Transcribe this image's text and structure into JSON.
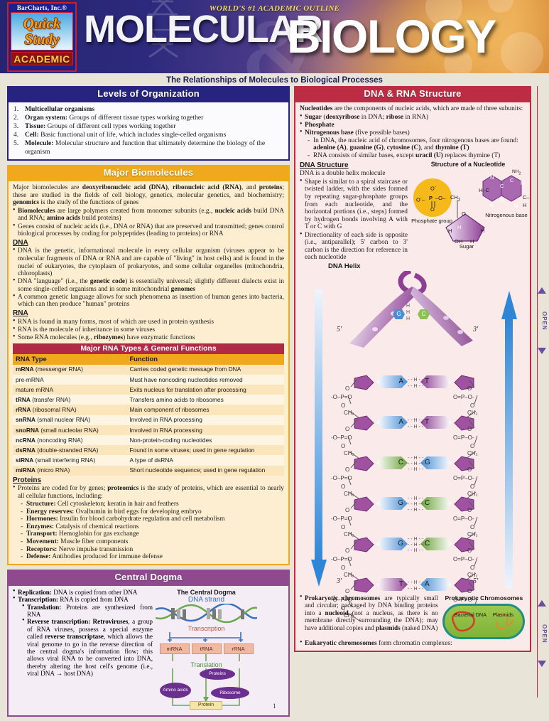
{
  "header": {
    "publisher": "BarCharts, Inc.®",
    "logo_line1": "Quick",
    "logo_line2": "Study",
    "logo_academic": "ACADEMIC",
    "tagline": "WORLD'S #1 ACADEMIC OUTLINE",
    "title_part1": "MOLECULAR",
    "title_part2": "BIOLOGY",
    "subtitle": "The Relationships of Molecules to Biological Processes"
  },
  "colors": {
    "navy": "#262480",
    "gold": "#f0a81e",
    "mauve": "#8e4a8d",
    "crimson": "#bc2d44",
    "table_header_bar": "#b02a46"
  },
  "levels": {
    "title": "Levels of Organization",
    "items": [
      {
        "term": "Multicellular organisms",
        "desc": ""
      },
      {
        "term": "Organ system:",
        "desc": " Groups of different tissue types working together"
      },
      {
        "term": "Tissue:",
        "desc": " Groups of different cell types working together"
      },
      {
        "term": "Cell:",
        "desc": " Basic functional unit of life, which includes single-celled organisms"
      },
      {
        "term": "Molecule:",
        "desc": " Molecular structure and function that ultimately determine the biology of the organism"
      }
    ]
  },
  "biomolecules": {
    "title": "Major Biomolecules",
    "intro_html": "Major biomolecules are <b>deoxyribonucleic acid (DNA)</b>, <b>ribonucleic acid (RNA)</b>, and <b>proteins</b>; these are studied in the fields of cell biology, genetics, molecular genetics, and biochemistry; <b>genomics</b> is the study of the functions of genes",
    "bullets_html": [
      "<b>Biomolecules</b> are large polymers created from monomer subunits (e.g., <b>nucleic acids</b> build DNA and RNA; <b>amino acids</b> build proteins)",
      "Genes consist of nucleic acids (i.e., DNA or RNA) that are preserved and transmitted; genes control biological processes by coding for polypeptides (leading to proteins) or RNA"
    ],
    "dna_heading": "DNA",
    "dna_bullets_html": [
      "DNA is the genetic, informational molecule in every cellular organism (viruses appear to be molecular fragments of DNA or RNA and are capable of \"living\" in host cells) and is found in the nuclei of eukaryotes, the cytoplasm of prokaryotes, and some cellular organelles (mitochondria, chloroplasts)",
      "DNA \"language\" (i.e., the <b>genetic code</b>) is essentially universal; slightly different dialects exist in some single-celled organisms and in some mitochondrial <b>genomes</b>",
      "A common genetic language allows for such phenomena as insertion of human genes into bacteria, which can then produce \"human\" proteins"
    ],
    "rna_heading": "RNA",
    "rna_bullets_html": [
      "RNA is found in many forms, most of which are used in protein synthesis",
      "RNA is the molecule of inheritance in some viruses",
      "Some RNA molecules (e.g., <b>ribozymes</b>) have enzymatic functions"
    ],
    "proteins_heading": "Proteins",
    "proteins_intro_html": "Proteins are coded for by genes; <b>proteomics</b> is the study of proteins, which are essential to nearly all cellular functions, including:",
    "proteins_items_html": [
      "<b>Structure:</b> Cell cytoskeleton; keratin in hair and feathers",
      "<b>Energy reserves:</b> Ovalbumin in bird eggs for developing embryo",
      "<b>Hormones:</b> Insulin for blood carbohydrate regulation and cell metabolism",
      "<b>Enzymes:</b> Catalysis of chemical reactions",
      "<b>Transport:</b> Hemoglobin for gas exchange",
      "<b>Movement:</b> Muscle fiber components",
      "<b>Receptors:</b> Nerve impulse transmission",
      "<b>Defense:</b> Antibodies produced for immune defense"
    ]
  },
  "rna_table": {
    "title": "Major RNA Types & General Functions",
    "columns": [
      "RNA Type",
      "Function"
    ],
    "rows": [
      {
        "bold": "mRNA",
        "rest": " (messenger RNA)",
        "indent": 0,
        "function": "Carries coded genetic message from DNA"
      },
      {
        "bold": "",
        "rest": "pre-mRNA",
        "indent": 1,
        "function": "Must have noncoding nucleotides removed"
      },
      {
        "bold": "",
        "rest": "mature mRNA",
        "indent": 1,
        "function": "Exits nucleus for translation after processing"
      },
      {
        "bold": "tRNA",
        "rest": " (transfer RNA)",
        "indent": 0,
        "function": "Transfers amino acids to ribosomes"
      },
      {
        "bold": "rRNA",
        "rest": " (ribosomal RNA)",
        "indent": 0,
        "function": "Main component of ribosomes"
      },
      {
        "bold": "snRNA",
        "rest": " (small nuclear RNA)",
        "indent": 0,
        "function": "Involved in RNA processing"
      },
      {
        "bold": "snoRNA",
        "rest": " (small nucleolar RNA)",
        "indent": 0,
        "function": "Involved in RNA processing"
      },
      {
        "bold": "ncRNA",
        "rest": " (noncoding RNA)",
        "indent": 0,
        "function": "Non-protein-coding nucleotides"
      },
      {
        "bold": "dsRNA",
        "rest": " (double-stranded RNA)",
        "indent": 0,
        "function": "Found in some viruses; used in gene regulation"
      },
      {
        "bold": "siRNA",
        "rest": " (small interfering RNA)",
        "indent": 0,
        "function": "A type of dsRNA"
      },
      {
        "bold": "miRNA",
        "rest": " (micro RNA)",
        "indent": 0,
        "function": "Short nucleotide sequence; used in gene regulation"
      }
    ]
  },
  "central_dogma": {
    "title": "Central Dogma",
    "bullets_html": [
      "<b>Replication:</b> DNA is copied from other DNA",
      "<b>Transcription:</b> RNA is copied from DNA"
    ],
    "sub_bullets_html": [
      "<b>Translation:</b> Proteins are synthesized from RNA",
      "<b>Reverse transcription: Retroviruses</b>, a group of RNA viruses, possess a special enzyme called <b>reverse transcriptase</b>, which allows the viral genome to go in the reverse direction of the central dogma's information flow; this allows viral RNA to be converted into DNA, thereby altering the host cell's genome (i.e., viral DNA → host DNA)"
    ],
    "diagram": {
      "title": "The Central Dogma",
      "dna_strand_label": "DNA strand",
      "transcription_label": "Transcription",
      "rna_boxes": [
        "mRNA",
        "tRNA",
        "rRNA"
      ],
      "translation_label": "Translation",
      "ovals": [
        "Proteins",
        "Amino acids",
        "Ribosome"
      ],
      "product_label": "Protein"
    }
  },
  "dna_rna_structure": {
    "title": "DNA & RNA Structure",
    "intro_html": "<b>Nucleotides</b> are the components of nucleic acids, which are made of three subunits:",
    "bullets_html": [
      "<b>Sugar</b> (<b>deoxyribose</b> in DNA; <b>ribose</b> in RNA)",
      "<b>Phosphate</b>",
      "<b>Nitrogenous base</b> (five possible bases)"
    ],
    "sub_bullets_html": [
      "In DNA, the nucleic acid of chromosomes, four nitrogenous bases are found: <b>adenine (A)</b>, <b>guanine (G)</b>, <b>cytosine (C)</b>, and <b>thymine (T)</b>",
      "RNA consists of similar bases, except <b>uracil (U)</b> replaces thymine (T)"
    ],
    "dna_structure_heading": "DNA Structure",
    "dna_structure_lead": "DNA is a double helix molecule",
    "dna_structure_bullets_html": [
      "Shape is similar to a spiral staircase or twisted ladder, with the sides formed by repeating sugar-phosphate groups from each nucleotide, and the horizontal portions (i.e., steps) formed by hydrogen bonds involving A with T or C with G",
      "Directionality of each side is opposite (i.e., antiparallel); 5' carbon to 3' carbon is the direction for reference in each nucleotide"
    ],
    "nucleotide_fig": {
      "title": "Structure of a Nucleotide",
      "phosphate_label": "Phosphate group",
      "sugar_label": "Sugar",
      "base_label": "Nitrogenous base",
      "phosphate_atoms": [
        "O",
        "O",
        "P",
        "O",
        "O"
      ],
      "sugar_atoms": [
        "CH₂",
        "O",
        "H",
        "H",
        "H",
        "H",
        "OH",
        "H"
      ],
      "base_atoms": [
        "NH₂",
        "N",
        "C",
        "C",
        "N",
        "C",
        "H–C",
        "N",
        "C",
        "N",
        "C–H"
      ]
    },
    "helix_fig": {
      "title": "DNA Helix",
      "end_labels": {
        "top_left": "5'",
        "top_right": "3'",
        "bottom_left": "3'",
        "bottom_right": "5'"
      },
      "base_pairs": [
        {
          "left": "G",
          "right": "C",
          "bonds": 3
        },
        {
          "left": "A",
          "right": "T",
          "bonds": 2
        },
        {
          "left": "A",
          "right": "T",
          "bonds": 2
        },
        {
          "left": "C",
          "right": "G",
          "bonds": 3
        },
        {
          "left": "G",
          "right": "C",
          "bonds": 3
        },
        {
          "left": "G",
          "right": "C",
          "bonds": 3
        },
        {
          "left": "T",
          "right": "A",
          "bonds": 2
        }
      ],
      "backbone_left": "-O–P=O",
      "backbone_right": "O=P–O-",
      "ch2_label": "CH₂",
      "o_label": "O",
      "h_label": "H"
    }
  },
  "prokaryotic": {
    "bullets_html": [
      "<b>Prokaryotic chromosomes</b> are typically small and circular; packaged by DNA binding proteins into a <b>nucleoid</b> (not a nucleus, as there is no membrane directly surrounding the DNA); may have additional copies and <b>plasmids</b> (naked DNA)",
      "<b>Eukaryotic chromosomes</b> form chromatin complexes:"
    ],
    "figure": {
      "title": "Prokaryotic Chromosomes",
      "labels": [
        "Bacterial DNA",
        "Plasmids"
      ]
    }
  },
  "side_tabs": {
    "open_label": "OPEN"
  },
  "page_number": "1"
}
